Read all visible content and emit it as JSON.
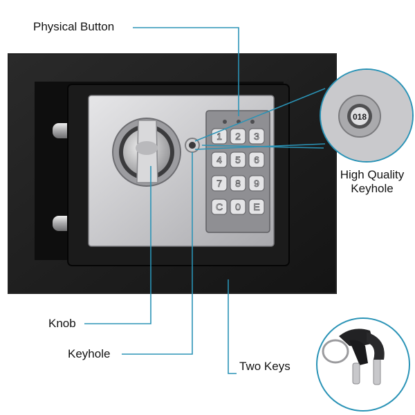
{
  "callouts": {
    "physical_button": "Physical Button",
    "high_quality_keyhole_line1": "High Quality",
    "high_quality_keyhole_line2": "Keyhole",
    "knob": "Knob",
    "keyhole": "Keyhole",
    "two_keys": "Two Keys"
  },
  "keypad": {
    "keys": [
      "1",
      "2",
      "3",
      "4",
      "5",
      "6",
      "7",
      "8",
      "9",
      "C",
      "0",
      "E"
    ]
  },
  "keyhole_detail_text": "018",
  "colors": {
    "leader_line": "#2a93b6",
    "safe_body": "#1d1d1d",
    "door_panel": "#c9c9cb",
    "keypad_panel": "#8f8f93"
  }
}
